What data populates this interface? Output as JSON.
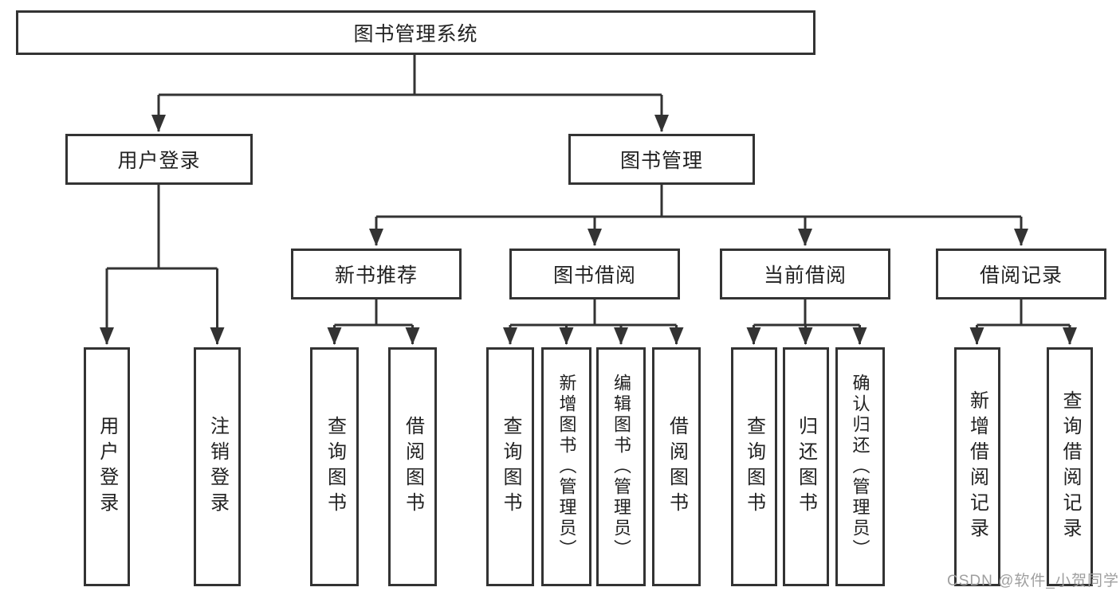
{
  "diagram": {
    "tree": {
      "label": "图书管理系统",
      "children": [
        {
          "label": "用户登录",
          "children": [
            {
              "label": "用户登录"
            },
            {
              "label": "注销登录"
            }
          ]
        },
        {
          "label": "图书管理",
          "children": [
            {
              "label": "新书推荐",
              "children": [
                {
                  "label": "查询图书"
                },
                {
                  "label": "借阅图书"
                }
              ]
            },
            {
              "label": "图书借阅",
              "children": [
                {
                  "label": "查询图书"
                },
                {
                  "label": "新增图书（管理员）"
                },
                {
                  "label": "编辑图书（管理员）"
                },
                {
                  "label": "借阅图书"
                }
              ]
            },
            {
              "label": "当前借阅",
              "children": [
                {
                  "label": "查询图书"
                },
                {
                  "label": "归还图书"
                },
                {
                  "label": "确认归还（管理员）"
                }
              ]
            },
            {
              "label": "借阅记录",
              "children": [
                {
                  "label": "新增借阅记录"
                },
                {
                  "label": "查询借阅记录"
                }
              ]
            }
          ]
        }
      ]
    }
  },
  "watermark": {
    "text": "CSDN @软件_小贺同学",
    "color": "#9f9f9f"
  },
  "colors": {
    "line": "#333333",
    "box_border": "#333333",
    "text": "#222222",
    "background": "#ffffff"
  }
}
